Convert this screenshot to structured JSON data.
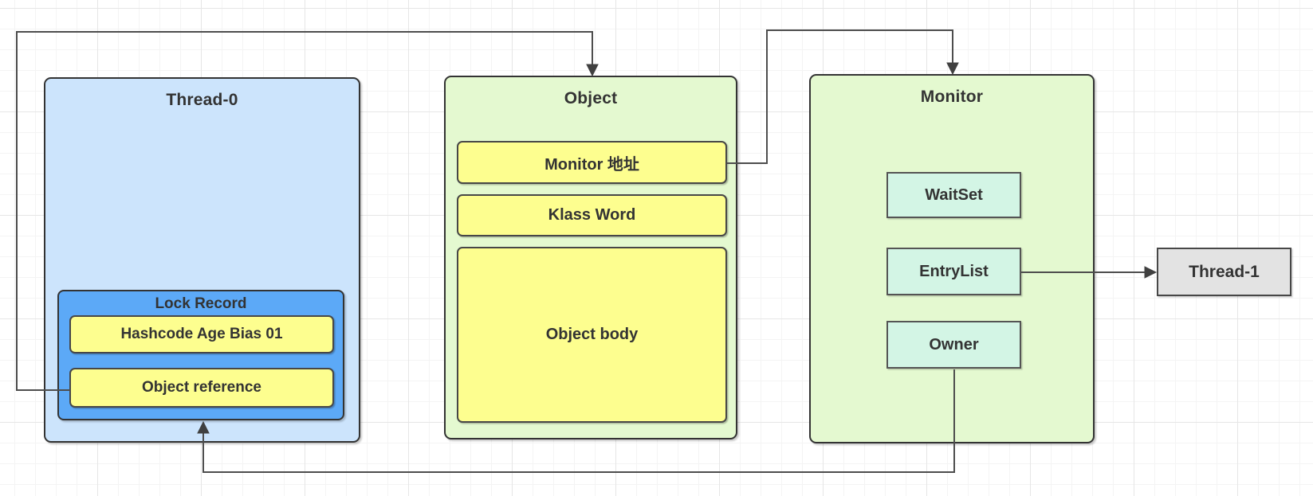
{
  "nodes": {
    "thread0": {
      "label": "Thread-0",
      "fill": "#cce4fc"
    },
    "lock_record": {
      "label": "Lock Record",
      "fill": "#5ca9f7"
    },
    "hashcode": {
      "label": "Hashcode Age Bias 01",
      "fill": "#fdfe8f"
    },
    "object_reference": {
      "label": "Object reference",
      "fill": "#fdfe8f"
    },
    "object": {
      "label": "Object",
      "fill": "#e4f9d0"
    },
    "monitor_addr": {
      "label": "Monitor 地址",
      "fill": "#fdfe8f"
    },
    "klass_word": {
      "label": "Klass Word",
      "fill": "#fdfe8f"
    },
    "object_body": {
      "label": "Object body",
      "fill": "#fdfe8f"
    },
    "monitor": {
      "label": "Monitor",
      "fill": "#e4f9d0"
    },
    "waitset": {
      "label": "WaitSet",
      "fill": "#d3f5e5"
    },
    "entrylist": {
      "label": "EntryList",
      "fill": "#d3f5e5"
    },
    "owner": {
      "label": "Owner",
      "fill": "#d3f5e5"
    },
    "thread1": {
      "label": "Thread-1",
      "fill": "#e3e3e3"
    }
  },
  "connectors": [
    {
      "from": "Object reference",
      "to": "Object",
      "style": "orthogonal, arrow into top of Object"
    },
    {
      "from": "Monitor 地址",
      "to": "Monitor",
      "style": "orthogonal, arrow into top of Monitor"
    },
    {
      "from": "EntryList",
      "to": "Thread-1",
      "style": "straight, arrow into left of Thread-1"
    },
    {
      "from": "Owner",
      "to": "Lock Record",
      "style": "orthogonal, arrow into bottom of Lock Record"
    }
  ],
  "colors": {
    "border_dark": "#333333",
    "edge_stroke": "#4d4d4d",
    "text": "#333333",
    "grid_minor": "#f4f4f4",
    "grid_major": "#e6e6e6",
    "canvas_bg": "#ffffff"
  }
}
